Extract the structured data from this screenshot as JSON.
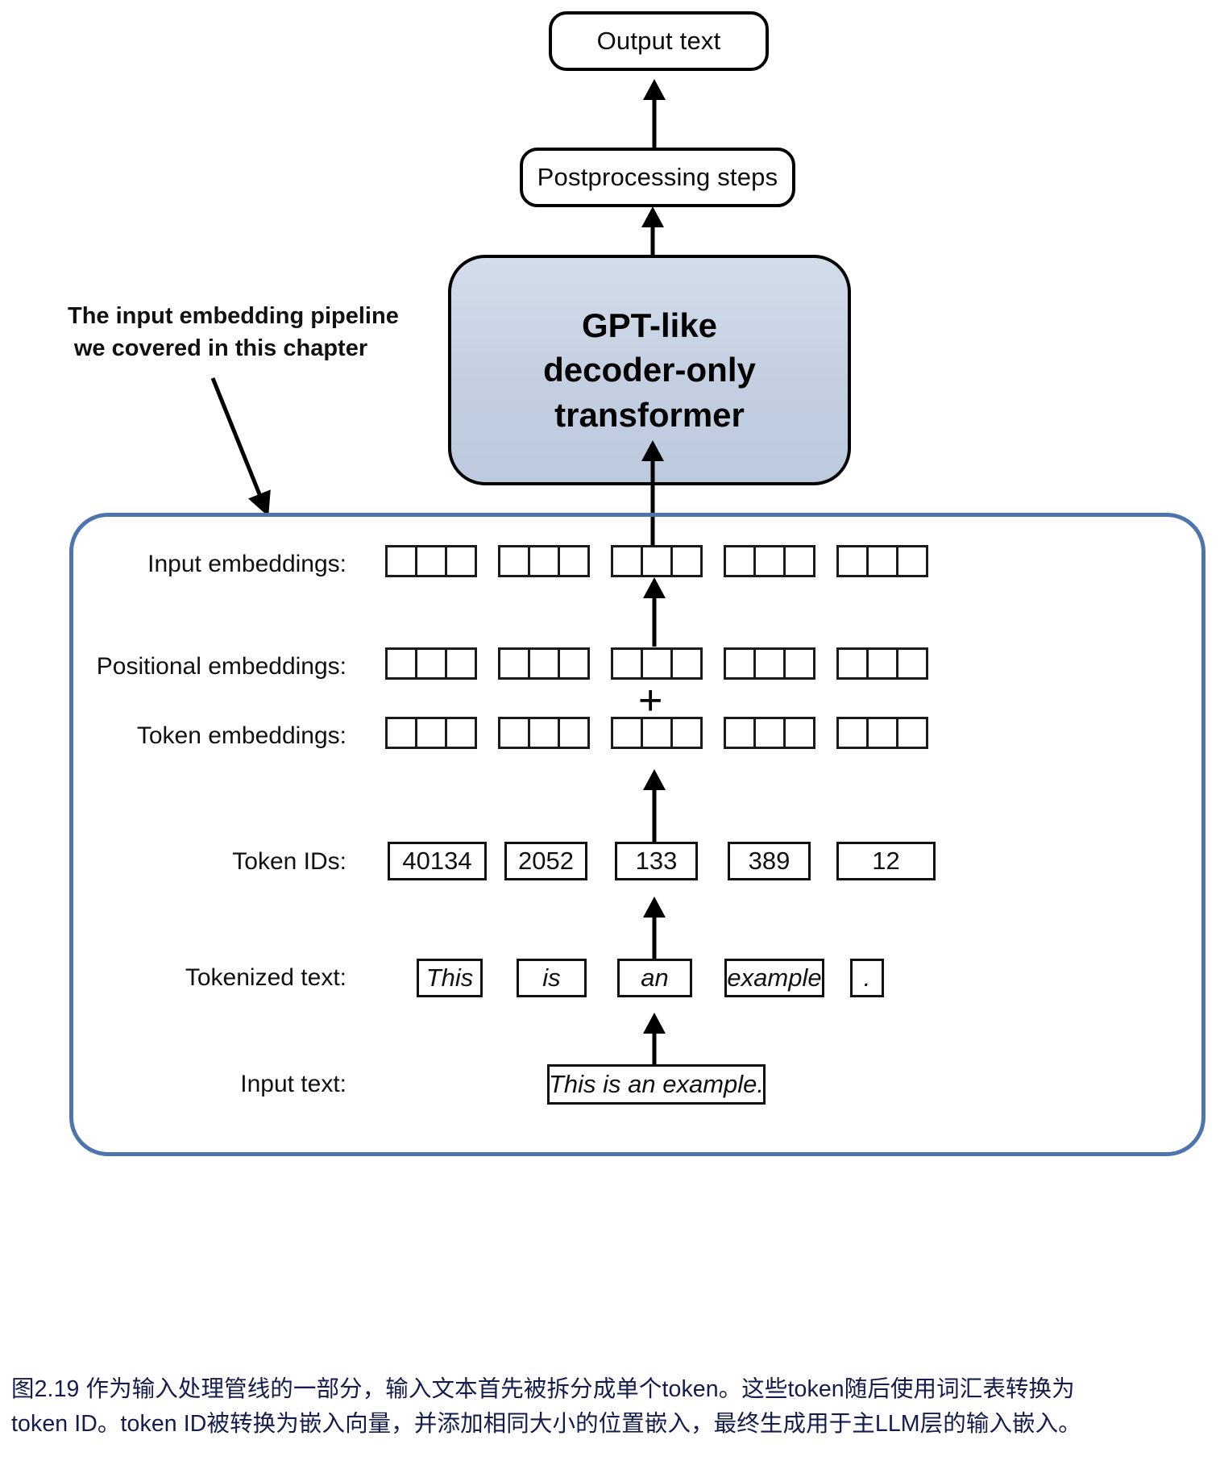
{
  "figure": {
    "output_box": "Output text",
    "postprocessing_box": "Postprocessing steps",
    "transformer_box_lines": [
      "GPT-like",
      "decoder-only",
      "transformer"
    ],
    "annotation_lines": [
      "The input embedding pipeline",
      "we covered in this chapter"
    ],
    "rows": [
      {
        "label": "Input embeddings:",
        "kind": "cells",
        "groups": 5,
        "cells_per_group": 3
      },
      {
        "label": "Positional embeddings:",
        "kind": "cells",
        "groups": 5,
        "cells_per_group": 3
      },
      {
        "label": "Token embeddings:",
        "kind": "cells",
        "groups": 5,
        "cells_per_group": 3
      },
      {
        "label": "Token IDs:",
        "kind": "values",
        "values": [
          "40134",
          "2052",
          "133",
          "389",
          "12"
        ]
      },
      {
        "label": "Tokenized text:",
        "kind": "values",
        "values": [
          "This",
          "is",
          "an",
          "example",
          "."
        ]
      },
      {
        "label": "Input text:",
        "kind": "values",
        "values": [
          "This is an example."
        ]
      }
    ],
    "plus_symbol": "+",
    "colors": {
      "container_border": "#4d74ac",
      "transformer_fill": "#c9d4e5",
      "caption_text": "#141b4d",
      "outline": "#000000"
    }
  },
  "caption": {
    "line1": "图2.19 作为输入处理管线的一部分，输入文本首先被拆分成单个token。这些token随后使用词汇表转换为",
    "line2": "token ID。token ID被转换为嵌入向量，并添加相同大小的位置嵌入，最终生成用于主LLM层的输入嵌入。"
  }
}
